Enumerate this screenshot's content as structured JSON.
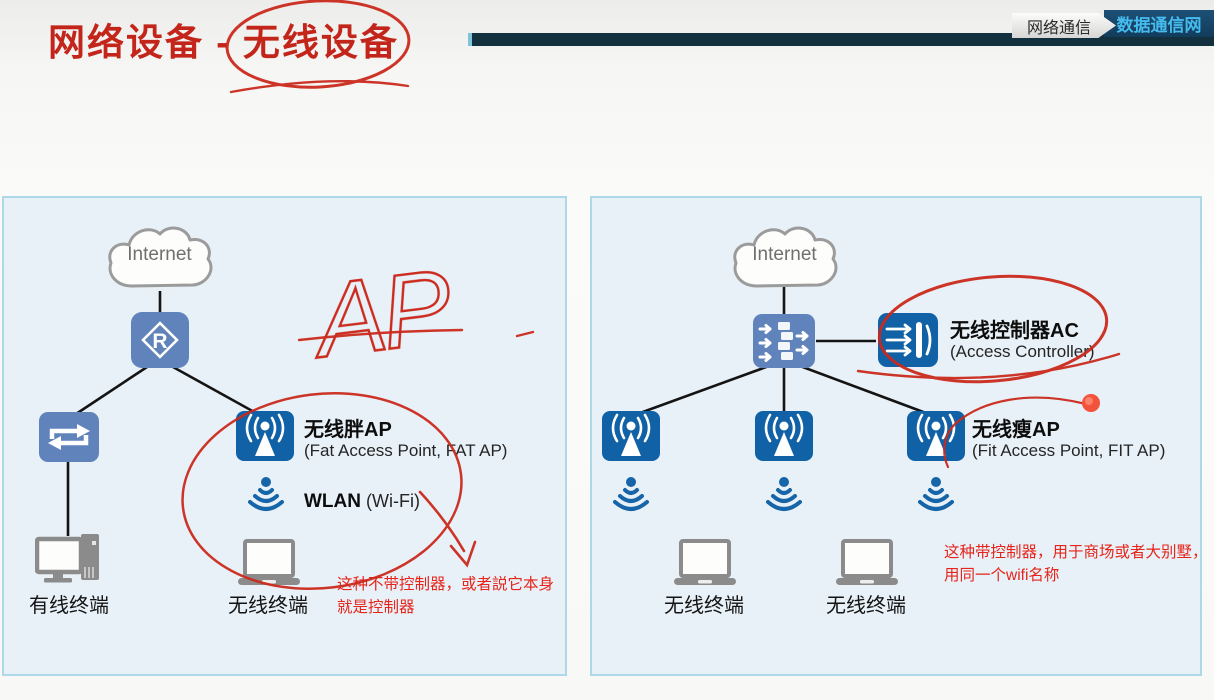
{
  "title": "网络设备 - 无线设备",
  "header": {
    "course_tab": "网络通信",
    "topic_tab": "数据通信网"
  },
  "left_panel": {
    "cloud_label": "Internet",
    "router_letter": "R",
    "fat_ap_name": "无线胖AP",
    "fat_ap_sub": "(Fat Access Point, FAT AP)",
    "wlan_bold": "WLAN",
    "wlan_rest": " (Wi-Fi)",
    "wired_terminal_label": "有线终端",
    "wireless_terminal_label": "无线终端"
  },
  "right_panel": {
    "cloud_label": "Internet",
    "ac_name": "无线控制器AC",
    "ac_sub": "(Access Controller)",
    "fit_ap_name": "无线瘦AP",
    "fit_ap_sub": "(Fit Access Point, FIT AP)",
    "wireless_terminal_label_1": "无线终端",
    "wireless_terminal_label_2": "无线终端"
  },
  "annotations": {
    "handwritten_ap": "AP",
    "left_note_line1": "这种不带控制器，或者説它本身",
    "left_note_line2": "就是控制器",
    "right_note_line1": "这种带控制器，用于商场或者大别墅，",
    "right_note_line2": "用同一个wifi名称"
  },
  "colors": {
    "title_red": "#c3251b",
    "annotation_red": "#cb2a1d",
    "note_red": "#e6241a",
    "laser_dot": "#f3523b",
    "icon_blue": "#5f83ba",
    "icon_dark_blue": "#1161a6",
    "panel_bg": "#e8f1f7",
    "panel_border": "#aed8ea",
    "header_bar": "#12303e",
    "topic_tab_text": "#45bbee"
  }
}
